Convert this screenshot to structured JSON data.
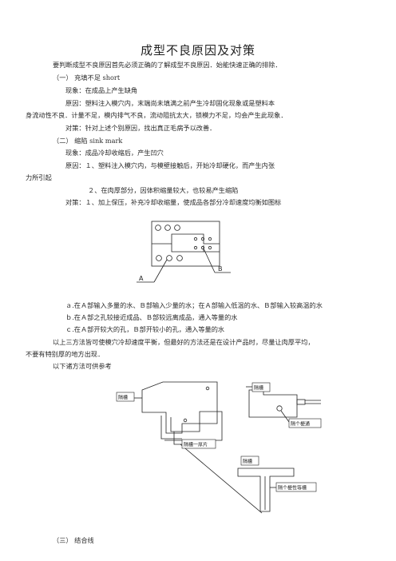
{
  "title": "成型不良原因及对策",
  "intro": "要判断成型不良原因首先必须正确的了解成型不良原因．始能快速正确的排除．",
  "s1": {
    "heading": "（一） 充填不足 short",
    "phenomenon": "现象：在成品上产生缺角",
    "cause_l1": "原因：塑料注入模穴内，末端尚未填满之前产生冷却固化现象或是塑料本",
    "cause_l2": "身流动性不良．计量不足，模内排气不良，流动阻抗太大，锁模力不足，均会产生此现象．",
    "solution": "对策：针对上述个别原因，找出真正毛病予以改善．"
  },
  "s2": {
    "heading": "（二） 缩陷 sink mark",
    "phenomenon": "现象：成品冷却收缩后，产生凹穴",
    "cause1_l1": "原因：１、塑料注入模穴内，与模壁接触后，开始冷却硬化，而产生内张",
    "cause1_l2": "力所引起",
    "cause2": "２、在肉厚部分，因体积缩量较大，也较易产生缩陷",
    "solution": "对策：１、加上保压，补充冷却收缩量，使成品各部分冷却速度均衡如图标",
    "fig1_label_a": "A",
    "fig1_label_b": "B",
    "item_a": "ａ.在Ａ部输入多量的水、Ｂ部输入少量的水；在Ａ部输入低温的水、Ｂ部输入较高温的水",
    "item_b": "ｂ.在Ａ部之孔较接近成品、Ｂ部较远离成品，通入等量的水",
    "item_c": "ｃ.在Ａ部开较大的孔，Ｂ部开较小的孔，通入等量的水",
    "summary_l1": "以上三方法皆可使模穴冷却速度平衡，但最好的方法还是在设计产品时，尽量让肉厚平均，",
    "summary_l2": "不要有特别厚的地方出现．",
    "ref": "以下诸方法可供参考",
    "fig2_labels": [
      "隔槽",
      "隔槽一厚片",
      "隔槽",
      "隔个梗通",
      "隔槽",
      "隔个梗性等槽"
    ]
  },
  "s3": {
    "heading": "（三） 结合线"
  }
}
